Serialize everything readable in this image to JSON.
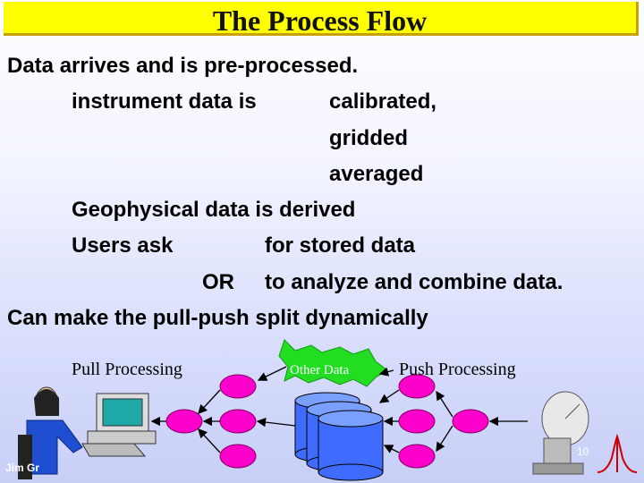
{
  "slide": {
    "title": "The Process Flow",
    "bullets": {
      "line1": "Data arrives and is pre-processed.",
      "line2a": "instrument data is",
      "line2b": "calibrated,",
      "line3": "gridded",
      "line4": "averaged",
      "line5": "Geophysical data is derived",
      "line6a": "Users ask",
      "line6b": "for stored data",
      "line7a": "OR",
      "line7b": "to analyze and combine data.",
      "line8": "Can make the pull-push split dynamically"
    },
    "diagram": {
      "pull_label": "Pull Processing",
      "other_data_label": "Other Data",
      "push_label": "Push Processing"
    },
    "footer": {
      "author": "Jim Gr",
      "page_number": "10"
    }
  },
  "colors": {
    "title_bg": "#ffff00",
    "node_magenta": "#ff00cc",
    "db_blue": "#3f6cff",
    "burst_green": "#22dd22"
  }
}
